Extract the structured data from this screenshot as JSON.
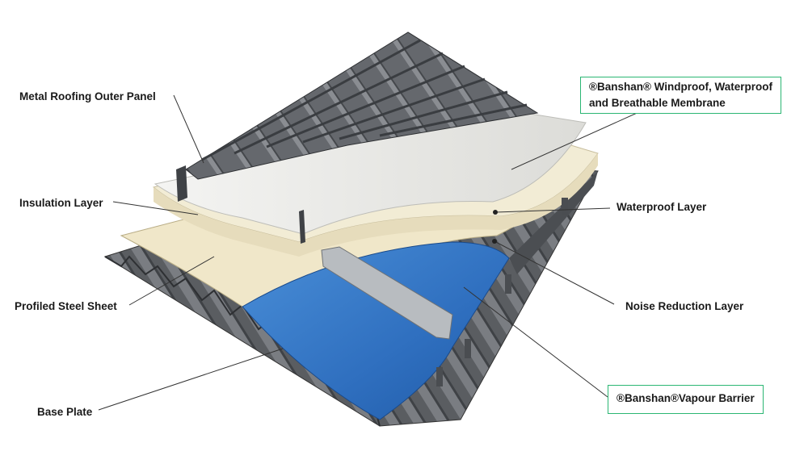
{
  "labels": {
    "metal_roofing_outer_panel": "Metal Roofing Outer Panel",
    "insulation_layer": "Insulation Layer",
    "profiled_steel_sheet": "Profiled Steel Sheet",
    "base_plate": "Base Plate",
    "membrane_line1": "®Banshan® Windproof, Waterproof",
    "membrane_line2": "and Breathable Membrane",
    "waterproof_layer": "Waterproof Layer",
    "noise_reduction_layer": "Noise Reduction Layer",
    "vapour_barrier": "®Banshan®Vapour Barrier"
  },
  "colors": {
    "metal_panel": "#6b6e72",
    "membrane_white": "#eeeeea",
    "insulation": "#efe6c8",
    "vapour_barrier_blue": "#2f6fbf",
    "profiled_steel": "#55585c",
    "callout_border": "#2bb673",
    "leader_line": "#333333"
  }
}
